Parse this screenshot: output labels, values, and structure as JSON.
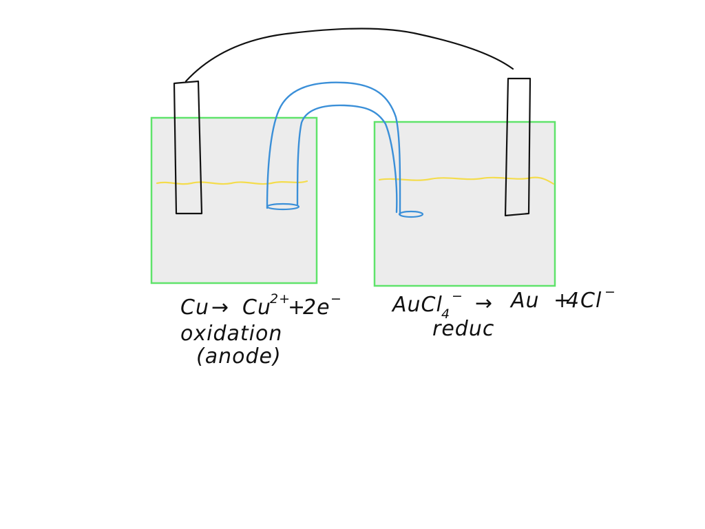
{
  "colors": {
    "beaker_border": "#5fe36a",
    "solution_fill": "#ececec",
    "solution_line": "#f4dc4c",
    "salt_bridge": "#3a8fd8",
    "electrode": "#111111",
    "wire": "#111111"
  },
  "left_cell": {
    "reaction": {
      "reactant": "Cu",
      "arrow": "→",
      "product": "Cu",
      "product_charge": "2+",
      "plus": "+",
      "electrons": "2e",
      "electron_charge": "−"
    },
    "process": "oxidation",
    "electrode_role": "(anode)"
  },
  "right_cell": {
    "reaction": {
      "reactant": "AuCl",
      "reactant_sub": "4",
      "reactant_charge": "−",
      "arrow": "→",
      "product": "Au",
      "plus": "+",
      "coefficient": "4",
      "ion": "Cl",
      "ion_charge": "−"
    },
    "process": "reduc"
  }
}
